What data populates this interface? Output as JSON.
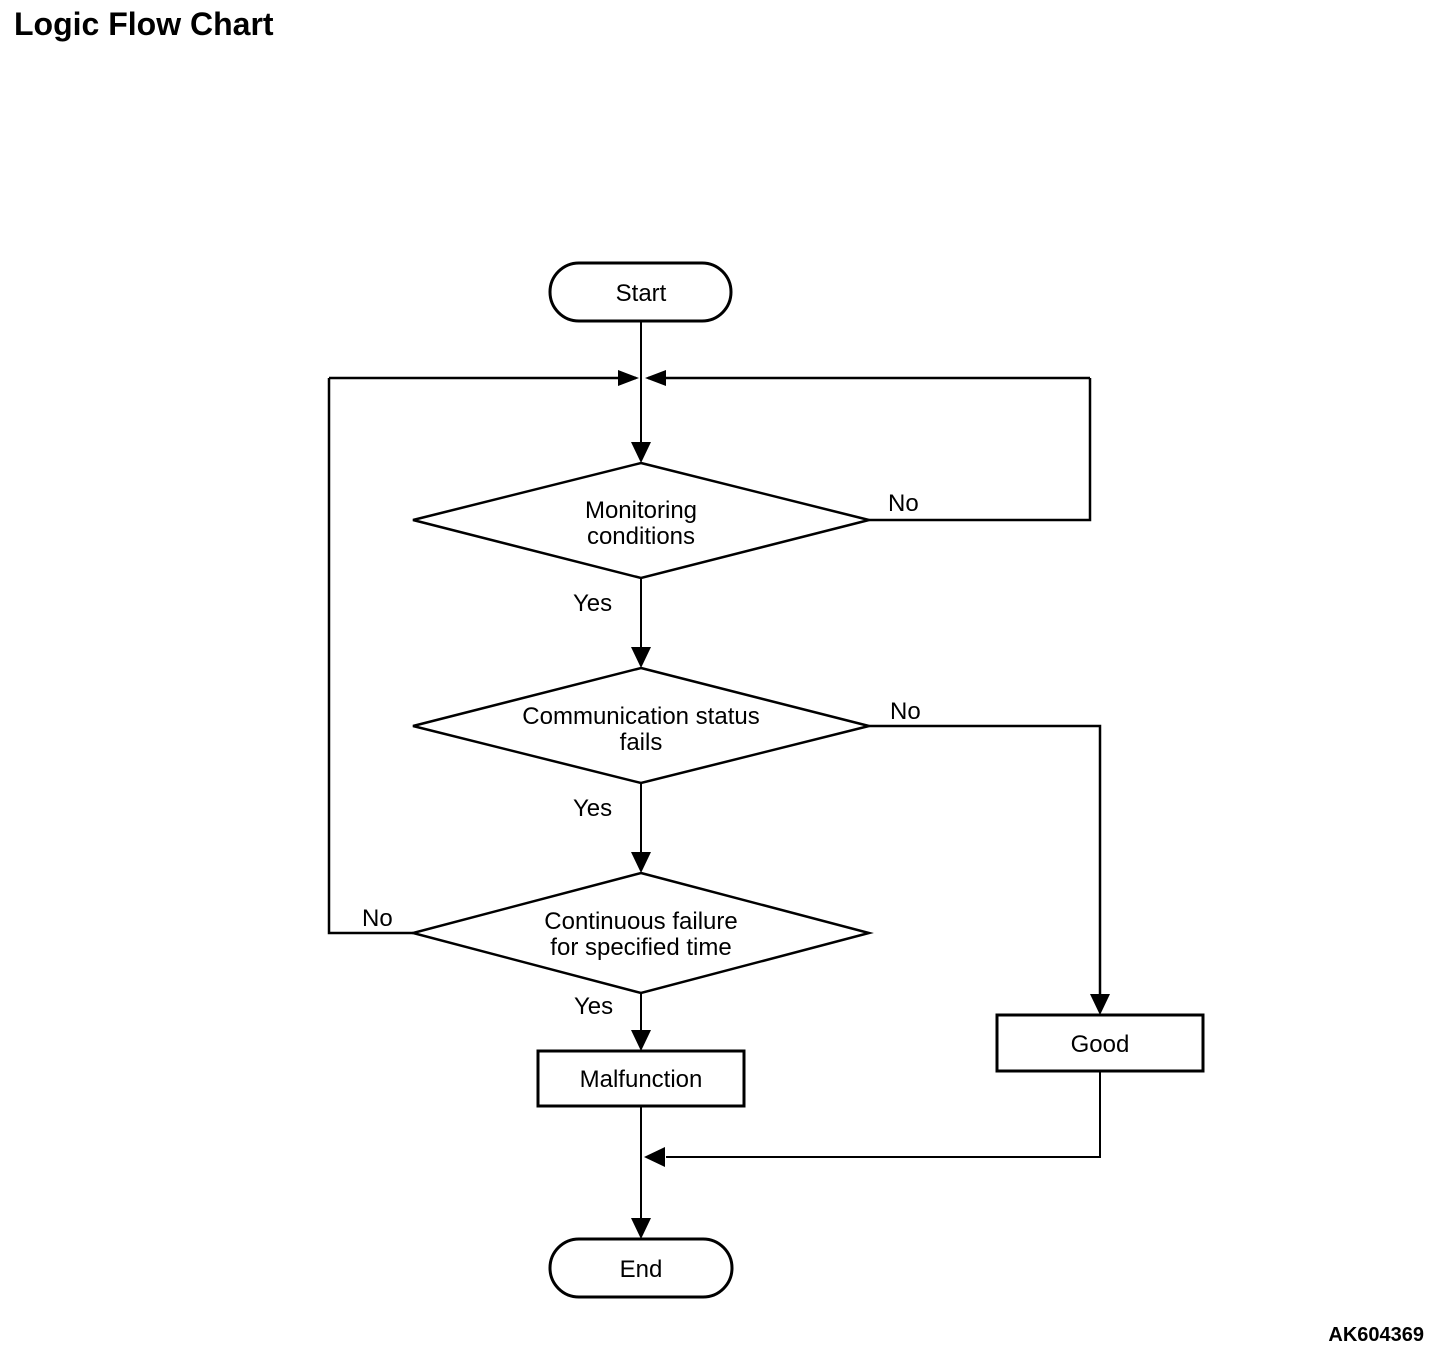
{
  "page": {
    "title": "Logic Flow Chart",
    "figure_code": "AK604369"
  },
  "flowchart": {
    "start": {
      "label": "Start"
    },
    "decisions": [
      {
        "line1": "Monitoring",
        "line2": "conditions",
        "yes": "Yes",
        "no": "No"
      },
      {
        "line1": "Communication status",
        "line2": "fails",
        "yes": "Yes",
        "no": "No"
      },
      {
        "line1": "Continuous failure",
        "line2": "for specified time",
        "yes": "Yes",
        "no": "No"
      }
    ],
    "malfunction": {
      "label": "Malfunction"
    },
    "good": {
      "label": "Good"
    },
    "end": {
      "label": "End"
    }
  }
}
